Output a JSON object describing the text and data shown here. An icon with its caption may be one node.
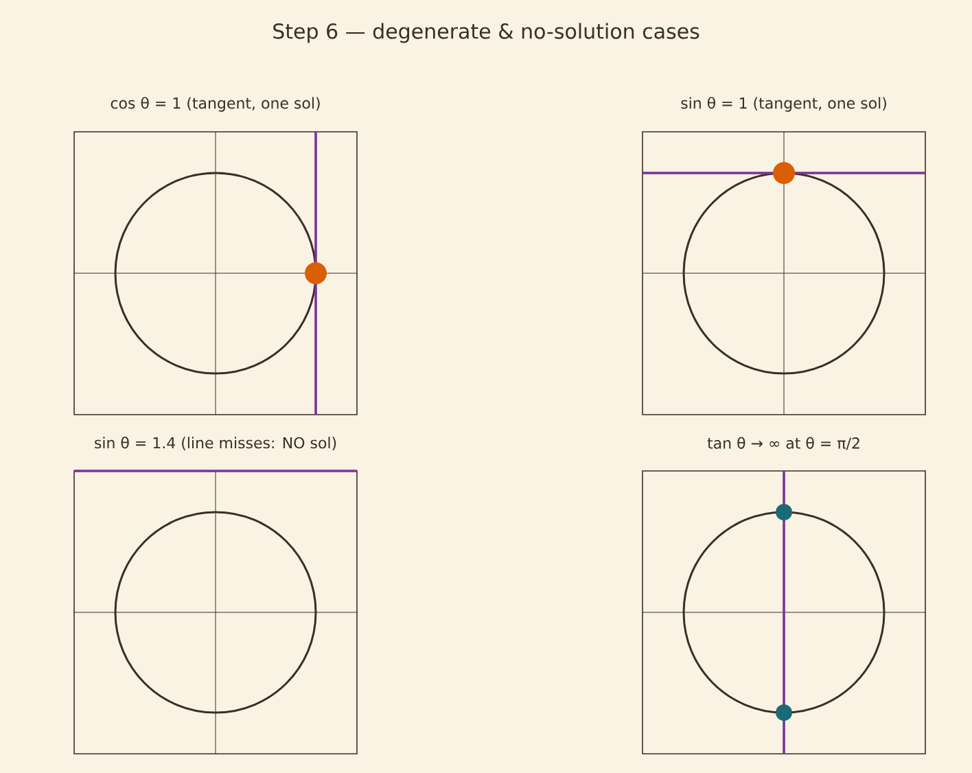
{
  "diagram": {
    "title": "Step 6 — degenerate & no-solution cases",
    "nodes": [
      {
        "text": [
          "cos θ = 1  (tangent, one sol)"
        ]
      },
      {
        "text": [
          "sin θ = 1  (tangent, one sol)"
        ]
      },
      {
        "text": [
          "sin θ = 1.4  (line misses: NO sol)"
        ]
      },
      {
        "text": [
          "tan θ → ∞  at θ = π/2"
        ]
      }
    ]
  }
}
